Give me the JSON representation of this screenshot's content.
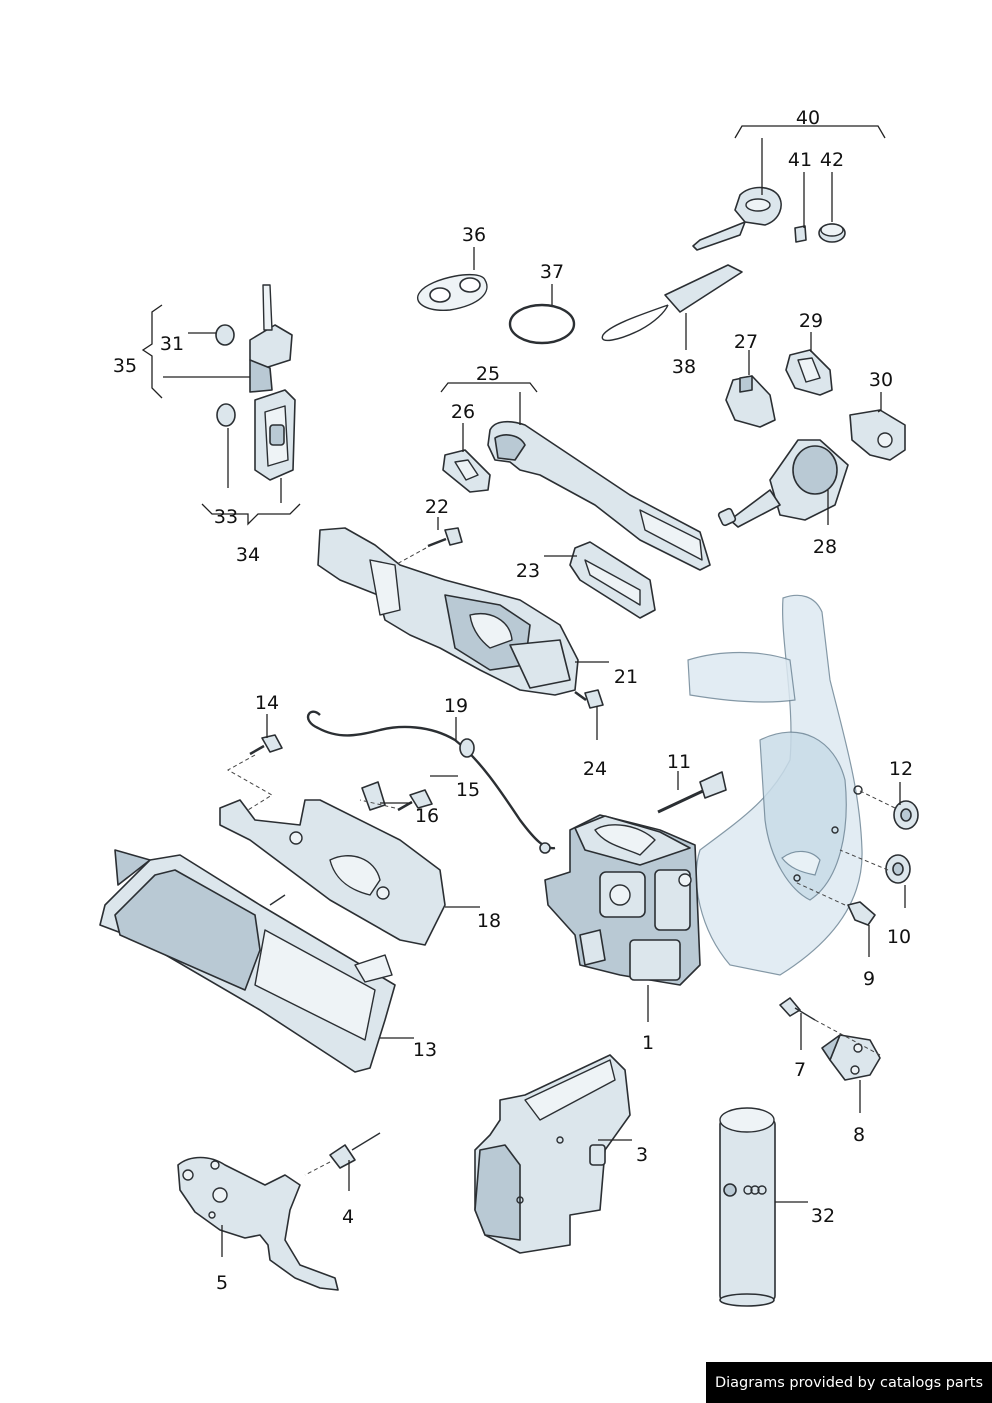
{
  "callouts": {
    "c1": "1",
    "c3": "3",
    "c4": "4",
    "c5": "5",
    "c7": "7",
    "c8": "8",
    "c9": "9",
    "c10": "10",
    "c11": "11",
    "c12": "12",
    "c13": "13",
    "c14": "14",
    "c15": "15",
    "c16": "16",
    "c18": "18",
    "c19": "19",
    "c21": "21",
    "c22": "22",
    "c23": "23",
    "c24": "24",
    "c25": "25",
    "c26": "26",
    "c27": "27",
    "c28": "28",
    "c29": "29",
    "c30": "30",
    "c31": "31",
    "c32": "32",
    "c33": "33",
    "c34": "34",
    "c35": "35",
    "c36": "36",
    "c37": "37",
    "c38": "38",
    "c40": "40",
    "c41": "41",
    "c42": "42"
  },
  "footer": {
    "credit": "Diagrams provided by catalogs parts"
  }
}
